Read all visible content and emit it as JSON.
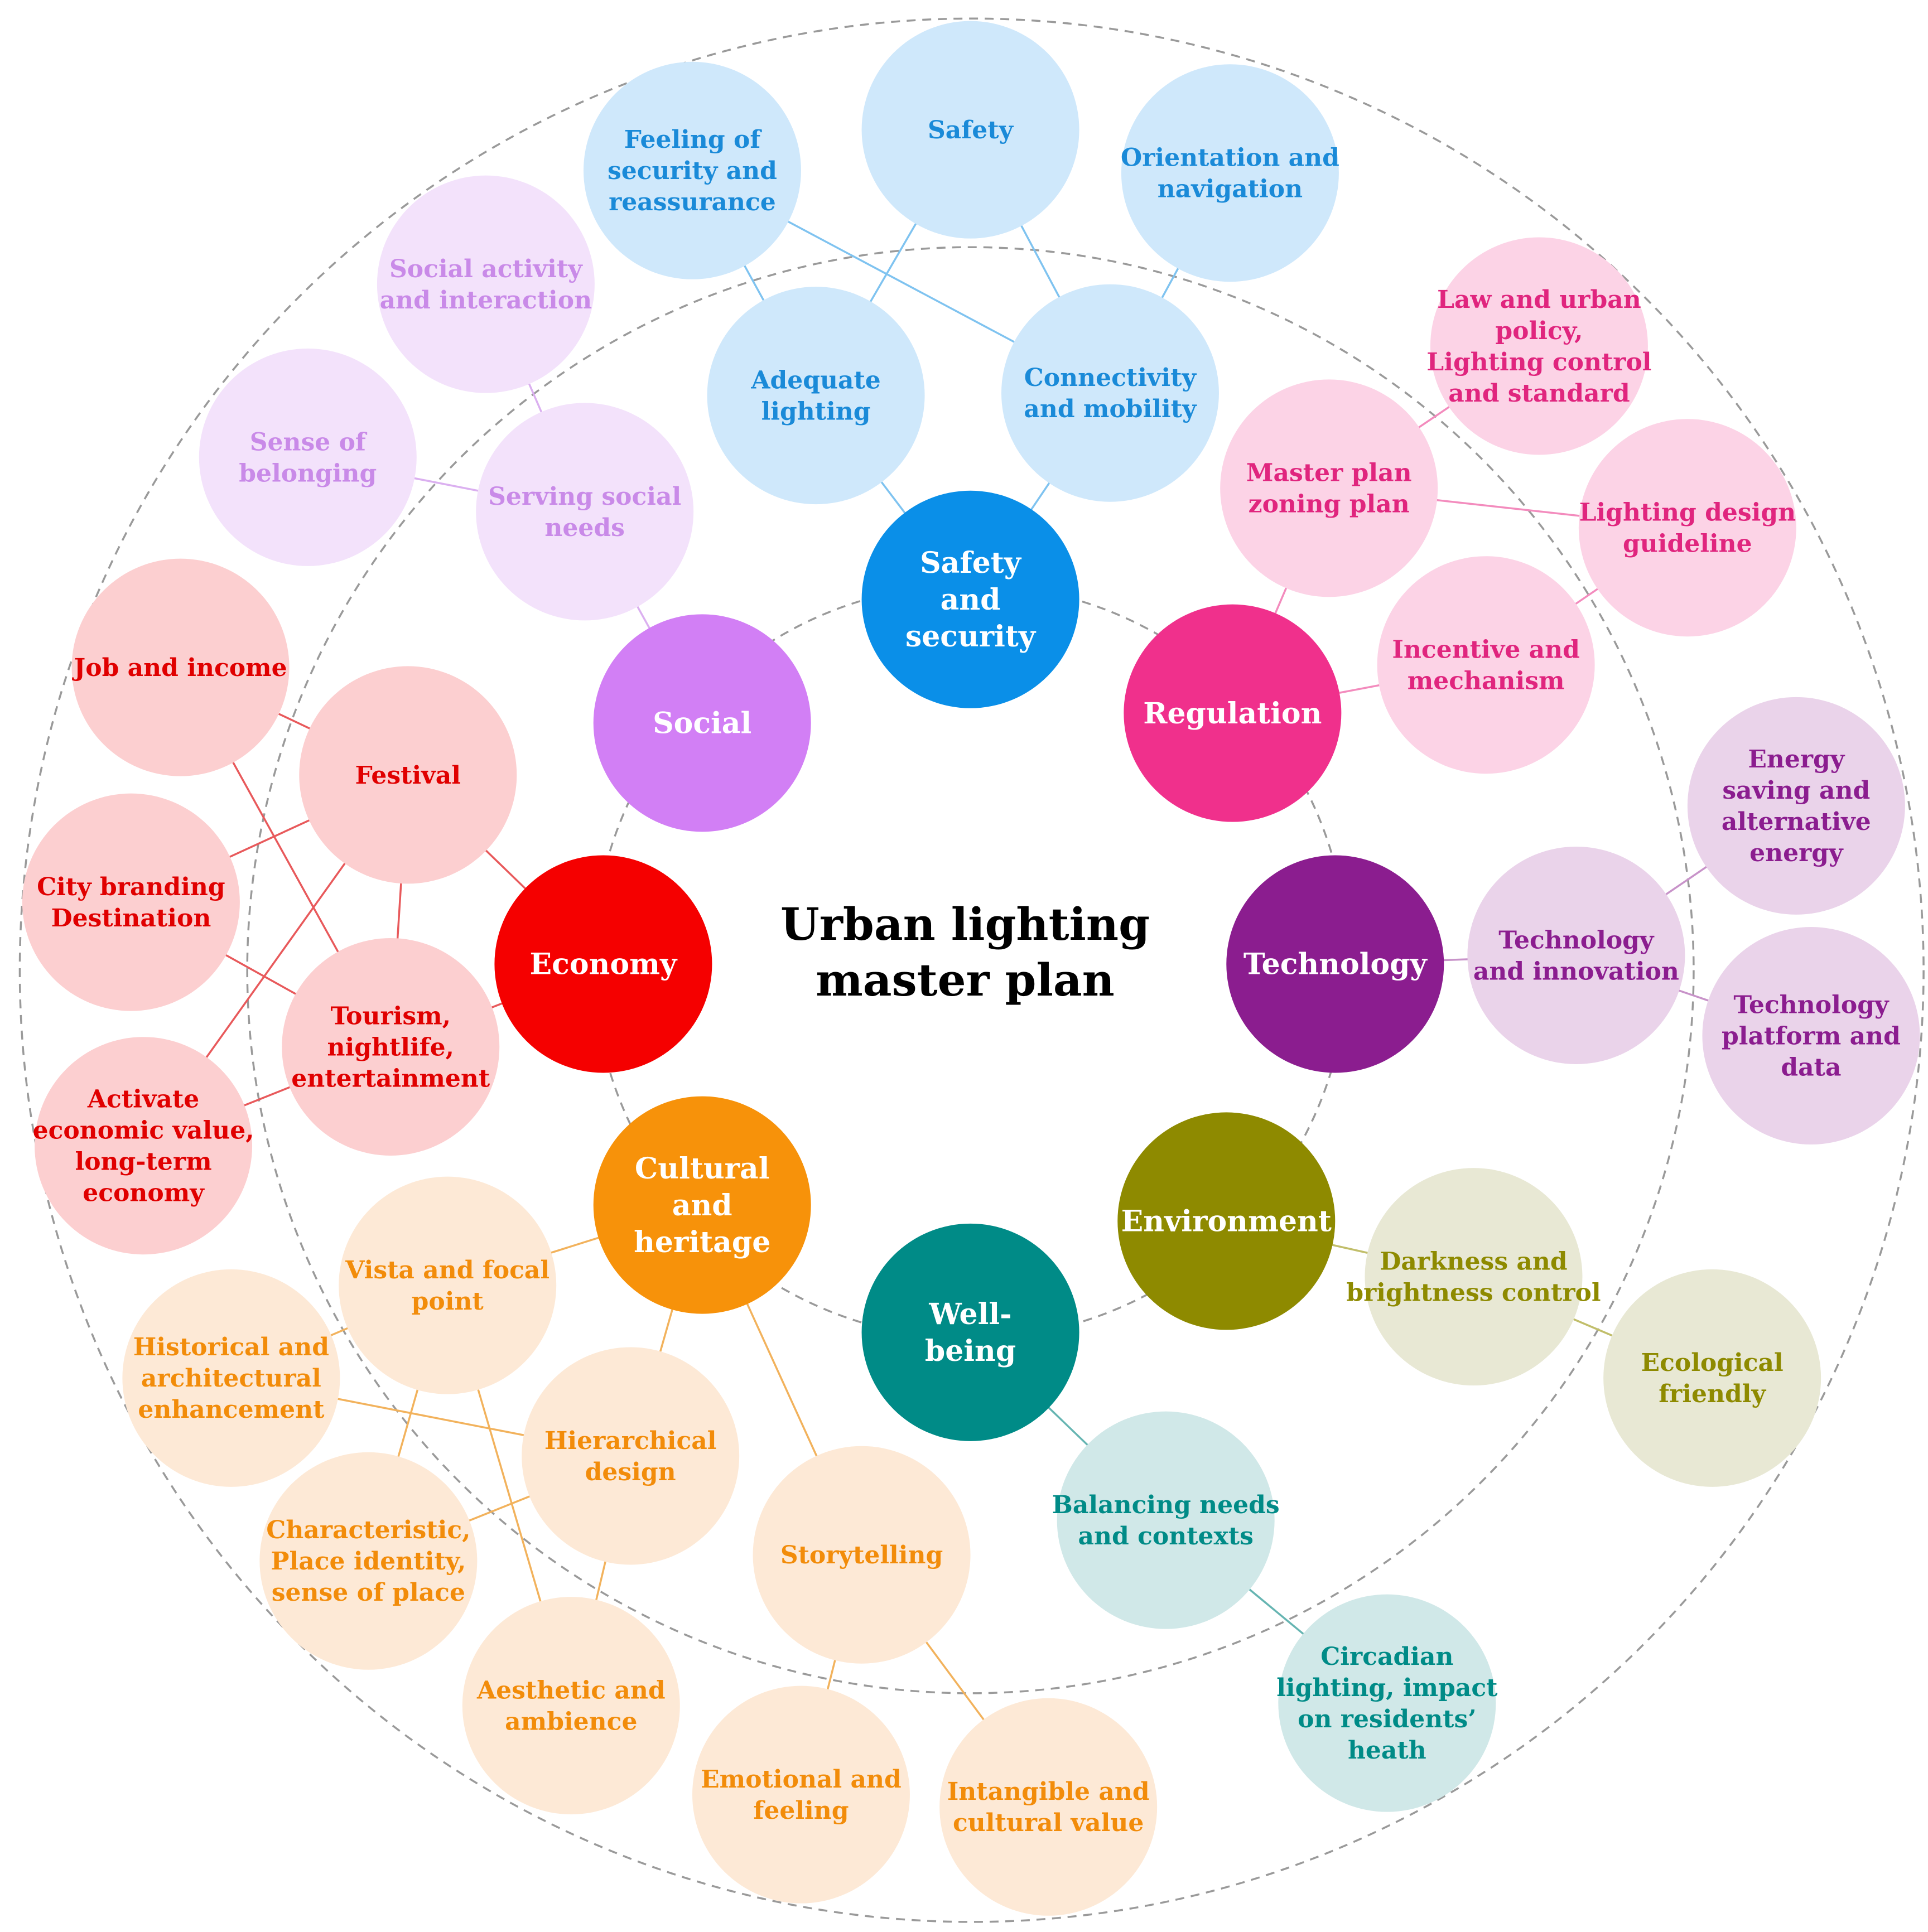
{
  "title": "Urban lighting master plan",
  "colors": {
    "safety": "#0a8fe8",
    "regulation": "#f0308c",
    "technology": "#8b1d8f",
    "environment": "#8e8a00",
    "wellbeing": "#008b87",
    "cultural": "#f7920a",
    "economy": "#f50000",
    "social": "#d27ff5"
  },
  "nodes": [
    {
      "id": "safety_main",
      "label": "Safety and security",
      "group": "safety",
      "level": "main"
    },
    {
      "id": "adequate",
      "label": "Adequate lighting",
      "group": "safety",
      "level": "sub"
    },
    {
      "id": "connectivity",
      "label": "Connectivity and mobility",
      "group": "safety",
      "level": "sub"
    },
    {
      "id": "feeling",
      "label": "Feeling of security and reassurance",
      "group": "safety",
      "level": "sub"
    },
    {
      "id": "safety",
      "label": "Safety",
      "group": "safety",
      "level": "sub"
    },
    {
      "id": "orientation",
      "label": "Orientation and navigation",
      "group": "safety",
      "level": "sub"
    },
    {
      "id": "regulation_main",
      "label": "Regulation",
      "group": "regulation",
      "level": "main"
    },
    {
      "id": "masterplan",
      "label": "Master plan zoning plan",
      "group": "regulation",
      "level": "sub"
    },
    {
      "id": "law",
      "label": "Law and urban policy, Lighting control and standard",
      "group": "regulation",
      "level": "sub"
    },
    {
      "id": "guideline",
      "label": "Lighting design guideline",
      "group": "regulation",
      "level": "sub"
    },
    {
      "id": "incentive",
      "label": "Incentive and mechanism",
      "group": "regulation",
      "level": "sub"
    },
    {
      "id": "technology_main",
      "label": "Technology",
      "group": "technology",
      "level": "main"
    },
    {
      "id": "techinno",
      "label": "Technology and innovation",
      "group": "technology",
      "level": "sub"
    },
    {
      "id": "energy",
      "label": "Energy saving and alternative energy",
      "group": "technology",
      "level": "sub"
    },
    {
      "id": "platform",
      "label": "Technology platform and data",
      "group": "technology",
      "level": "sub"
    },
    {
      "id": "environment_main",
      "label": "Environment",
      "group": "environment",
      "level": "main"
    },
    {
      "id": "darkness",
      "label": "Darkness and brightness control",
      "group": "environment",
      "level": "sub"
    },
    {
      "id": "ecological",
      "label": "Ecological friendly",
      "group": "environment",
      "level": "sub"
    },
    {
      "id": "wellbeing_main",
      "label": "Well- being",
      "group": "wellbeing",
      "level": "main"
    },
    {
      "id": "balancing",
      "label": "Balancing needs and contexts",
      "group": "wellbeing",
      "level": "sub"
    },
    {
      "id": "circadian",
      "label": "Circadian lighting, impact on residents’ heath",
      "group": "wellbeing",
      "level": "sub"
    },
    {
      "id": "cultural_main",
      "label": "Cultural and heritage",
      "group": "cultural",
      "level": "main"
    },
    {
      "id": "vista",
      "label": "Vista and focal point",
      "group": "cultural",
      "level": "sub"
    },
    {
      "id": "historical",
      "label": "Historical and architectural enhancement",
      "group": "cultural",
      "level": "sub"
    },
    {
      "id": "hierarchical",
      "label": "Hierarchical design",
      "group": "cultural",
      "level": "sub"
    },
    {
      "id": "characteristic",
      "label": "Characteristic, Place identity, sense of place",
      "group": "cultural",
      "level": "sub"
    },
    {
      "id": "aesthetic",
      "label": "Aesthetic and ambience",
      "group": "cultural",
      "level": "sub"
    },
    {
      "id": "storytelling",
      "label": "Storytelling",
      "group": "cultural",
      "level": "sub"
    },
    {
      "id": "emotional",
      "label": "Emotional and feeling",
      "group": "cultural",
      "level": "sub"
    },
    {
      "id": "intangible",
      "label": "Intangible and cultural value",
      "group": "cultural",
      "level": "sub"
    },
    {
      "id": "economy_main",
      "label": "Economy",
      "group": "economy",
      "level": "main"
    },
    {
      "id": "festival",
      "label": "Festival",
      "group": "economy",
      "level": "sub"
    },
    {
      "id": "job",
      "label": "Job and income",
      "group": "economy",
      "level": "sub"
    },
    {
      "id": "branding",
      "label": "City branding Destination",
      "group": "economy",
      "level": "sub"
    },
    {
      "id": "tourism",
      "label": "Tourism, nightlife, entertainment",
      "group": "economy",
      "level": "sub"
    },
    {
      "id": "activate",
      "label": "Activate economic value, long-term economy",
      "group": "economy",
      "level": "sub"
    },
    {
      "id": "social_main",
      "label": "Social",
      "group": "social",
      "level": "main"
    },
    {
      "id": "serving",
      "label": "Serving social needs",
      "group": "social",
      "level": "sub"
    },
    {
      "id": "socialact",
      "label": "Social activity and interaction",
      "group": "social",
      "level": "sub"
    },
    {
      "id": "belonging",
      "label": "Sense of belonging",
      "group": "social",
      "level": "sub"
    }
  ],
  "edges": [
    [
      "safety_main",
      "adequate"
    ],
    [
      "safety_main",
      "connectivity"
    ],
    [
      "adequate",
      "feeling"
    ],
    [
      "adequate",
      "safety"
    ],
    [
      "connectivity",
      "feeling"
    ],
    [
      "connectivity",
      "safety"
    ],
    [
      "connectivity",
      "orientation"
    ],
    [
      "regulation_main",
      "masterplan"
    ],
    [
      "regulation_main",
      "incentive"
    ],
    [
      "masterplan",
      "law"
    ],
    [
      "masterplan",
      "guideline"
    ],
    [
      "incentive",
      "guideline"
    ],
    [
      "technology_main",
      "techinno"
    ],
    [
      "techinno",
      "energy"
    ],
    [
      "techinno",
      "platform"
    ],
    [
      "environment_main",
      "darkness"
    ],
    [
      "darkness",
      "ecological"
    ],
    [
      "wellbeing_main",
      "balancing"
    ],
    [
      "balancing",
      "circadian"
    ],
    [
      "cultural_main",
      "vista"
    ],
    [
      "cultural_main",
      "hierarchical"
    ],
    [
      "cultural_main",
      "storytelling"
    ],
    [
      "vista",
      "historical"
    ],
    [
      "vista",
      "characteristic"
    ],
    [
      "vista",
      "aesthetic"
    ],
    [
      "historical",
      "hierarchical"
    ],
    [
      "hierarchical",
      "characteristic"
    ],
    [
      "hierarchical",
      "aesthetic"
    ],
    [
      "storytelling",
      "emotional"
    ],
    [
      "storytelling",
      "intangible"
    ],
    [
      "economy_main",
      "festival"
    ],
    [
      "economy_main",
      "tourism"
    ],
    [
      "festival",
      "job"
    ],
    [
      "festival",
      "branding"
    ],
    [
      "festival",
      "tourism"
    ],
    [
      "festival",
      "activate"
    ],
    [
      "job",
      "tourism"
    ],
    [
      "branding",
      "tourism"
    ],
    [
      "tourism",
      "activate"
    ],
    [
      "social_main",
      "serving"
    ],
    [
      "serving",
      "socialact"
    ],
    [
      "serving",
      "belonging"
    ]
  ]
}
